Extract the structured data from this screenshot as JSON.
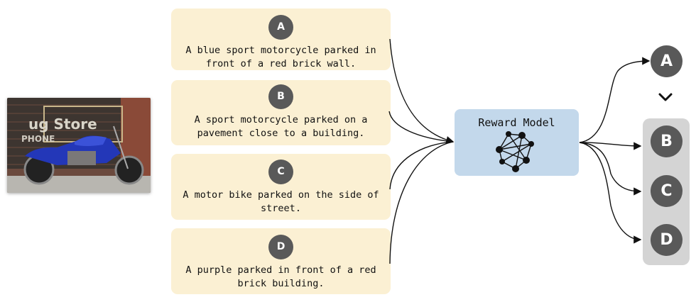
{
  "image": {
    "description": "Blue motorcycle parked in front of a brick wall with faded painted sign",
    "sign_text": "ug Store / PHONE"
  },
  "candidates": [
    {
      "label": "A",
      "caption": "A blue sport motorcycle parked in front of a red brick wall."
    },
    {
      "label": "B",
      "caption": "A sport motorcycle parked on a pavement close to a building."
    },
    {
      "label": "C",
      "caption": "A motor bike parked on the side of street."
    },
    {
      "label": "D",
      "caption": "A purple parked in front of a red brick building."
    }
  ],
  "reward_model": {
    "title": "Reward Model",
    "icon": "neural-network-icon"
  },
  "ranking": {
    "top": "A",
    "comparator": "greater-than-icon",
    "rest": [
      "B",
      "C",
      "D"
    ]
  },
  "colors": {
    "card": "#fbf0d3",
    "badge": "#595959",
    "reward_model": "#c3d8eb",
    "rank_group": "#d4d4d4"
  }
}
